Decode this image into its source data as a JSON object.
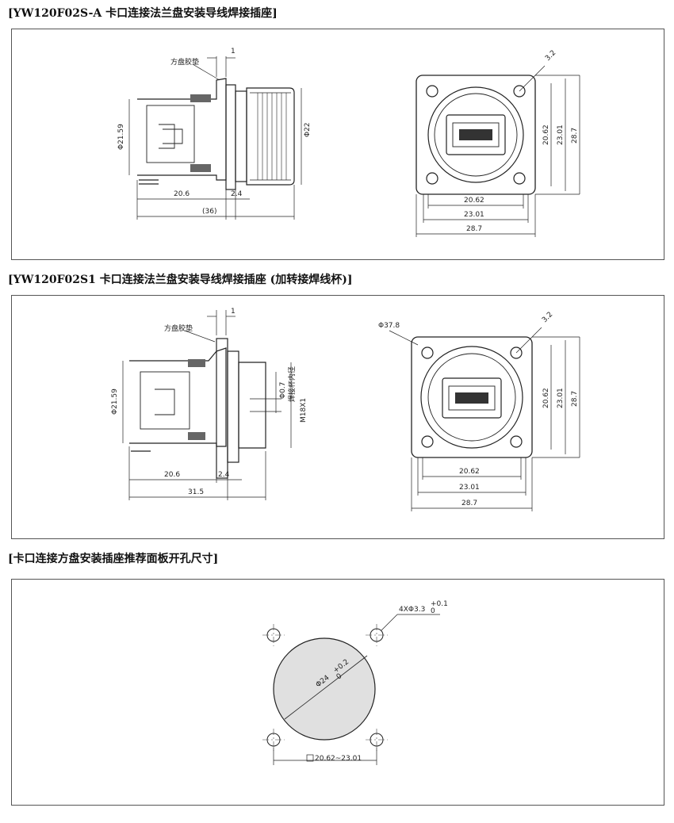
{
  "sections": [
    {
      "title": "[YW120F02S-A  卡口连接法兰盘安装导线焊接插座]",
      "side_view": {
        "callout": "方盘胶垫",
        "thickness": "1",
        "dia_left": "Φ21.59",
        "dia_right": "Φ22",
        "len_a": "20.6",
        "len_b": "2.4",
        "len_total": "(36)"
      },
      "front_view": {
        "hole": "3.2",
        "dim_inner": "20.62",
        "dim_mid": "23.01",
        "dim_outer": "28.7"
      }
    },
    {
      "title": "[YW120F02S1  卡口连接法兰盘安装导线焊接插座 (加转接焊线杯)]",
      "side_view": {
        "callout": "方盘胶垫",
        "thickness": "1",
        "dia_left": "Φ21.59",
        "dia_pin": "Φ0.7",
        "pin_note": "焊接杯内径",
        "thread": "M18X1",
        "len_a": "20.6",
        "len_b": "2.4",
        "len_total": "31.5"
      },
      "front_view": {
        "diameter": "Φ37.8",
        "hole": "3.2",
        "dim_inner": "20.62",
        "dim_mid": "23.01",
        "dim_outer": "28.7"
      }
    },
    {
      "title": "[卡口连接方盘安装插座推荐面板开孔尺寸]",
      "cutout": {
        "holes_base": "4XΦ3.3",
        "holes_tol": "+0.1",
        "holes_tol_low": "0",
        "circle_base": "Φ24",
        "circle_tol": "+0.2",
        "circle_tol_low": "0",
        "square_range": "20.62~23.01"
      }
    }
  ]
}
